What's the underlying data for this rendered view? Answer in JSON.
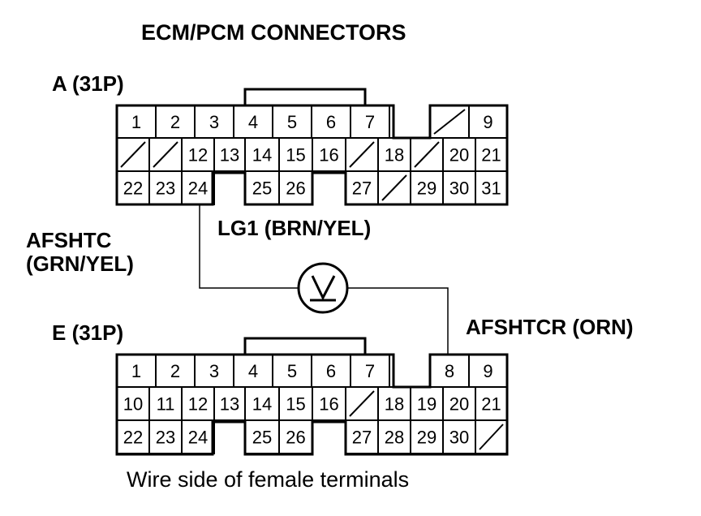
{
  "title": "ECM/PCM CONNECTORS",
  "caption": "Wire side of female terminals",
  "meter_symbol": "voltmeter-V",
  "connector_a": {
    "label": "A (31P)",
    "rows": [
      [
        "1",
        "2",
        "3",
        "4",
        "5",
        "6",
        "7",
        null,
        "/",
        "9"
      ],
      [
        "/",
        "/",
        "12",
        "13",
        "14",
        "15",
        "16",
        "/",
        "18",
        "/",
        "20",
        "21"
      ],
      [
        "22",
        "23",
        "24",
        null,
        "25",
        "26",
        null,
        "27",
        "/",
        "29",
        "30",
        "31"
      ]
    ]
  },
  "connector_e": {
    "label": "E (31P)",
    "rows": [
      [
        "1",
        "2",
        "3",
        "4",
        "5",
        "6",
        "7",
        null,
        "8",
        "9"
      ],
      [
        "10",
        "11",
        "12",
        "13",
        "14",
        "15",
        "16",
        "/",
        "18",
        "19",
        "20",
        "21"
      ],
      [
        "22",
        "23",
        "24",
        null,
        "25",
        "26",
        null,
        "27",
        "28",
        "29",
        "30",
        "/"
      ]
    ]
  },
  "wires": {
    "afshtc": "AFSHTC\n(GRN/YEL)",
    "lg1": "LG1 (BRN/YEL)",
    "afshtcr": "AFSHTCR (ORN)"
  }
}
